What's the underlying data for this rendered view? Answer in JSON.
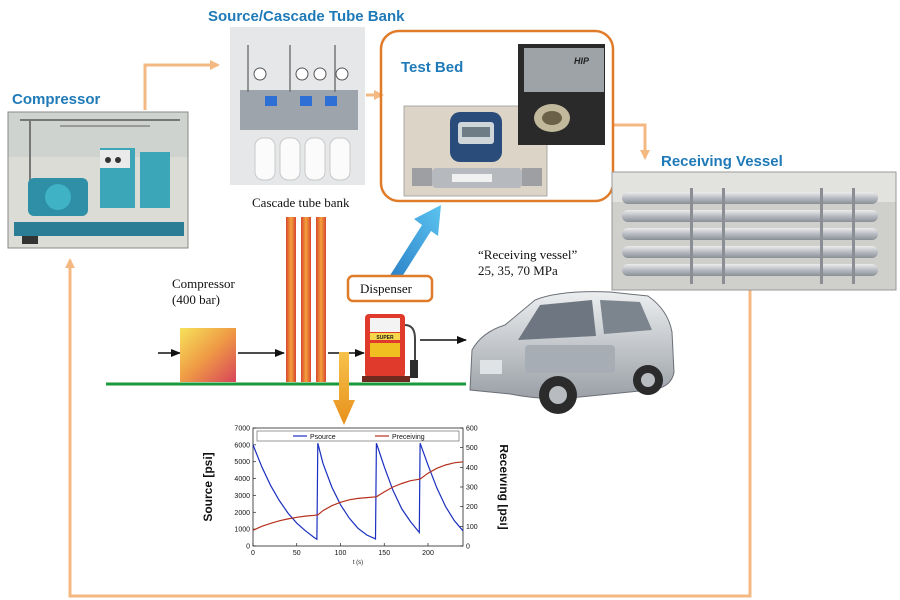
{
  "labels": {
    "compressor_title": "Compressor",
    "source_title": "Source/Cascade Tube Bank",
    "testbed_title": "Test Bed",
    "receiving_title": "Receiving Vessel",
    "cascade_text": "Cascade tube bank",
    "compressor_text_line1": "Compressor",
    "compressor_text_line2": "(400 bar)",
    "dispenser_text": "Dispenser",
    "receiving_text_line1": "“Receiving vessel”",
    "receiving_text_line2": "25, 35, 70 MPa",
    "pump_sign": "SUPER",
    "pipe_logo": "HIP"
  },
  "colors": {
    "flow_arrow": "#f4b883",
    "testbed_border": "#e07b2a",
    "blue_arrow": "#3aa0d8",
    "ground_line": "#1a9a3a",
    "gauge_orange": "#f0a020",
    "source_series": "#1a2fbf",
    "receiving_series": "#b5301d"
  },
  "chart_data": {
    "type": "line",
    "xlabel": "t (s)",
    "ylabel": "Source [psi]",
    "y2label": "Receiving [psi]",
    "xlim": [
      0,
      240
    ],
    "ylim": [
      0,
      7000
    ],
    "y2lim": [
      0,
      600
    ],
    "xticks": [
      0,
      50,
      100,
      150,
      200
    ],
    "yticks": [
      0,
      1000,
      2000,
      3000,
      4000,
      5000,
      6000,
      7000
    ],
    "y2ticks": [
      0,
      100,
      200,
      300,
      400,
      500,
      600
    ],
    "legend_position": "top",
    "series": [
      {
        "name": "Psource",
        "axis": "left",
        "x": [
          0,
          10,
          20,
          30,
          40,
          50,
          60,
          70,
          73,
          74,
          80,
          90,
          100,
          110,
          120,
          130,
          140,
          141,
          150,
          160,
          170,
          180,
          190,
          191,
          200,
          210,
          220,
          230,
          240
        ],
        "values": [
          6000,
          4700,
          3600,
          2700,
          1950,
          1350,
          900,
          500,
          400,
          6100,
          4900,
          3500,
          2450,
          1650,
          1050,
          650,
          420,
          6100,
          4700,
          3300,
          2200,
          1450,
          800,
          6100,
          4800,
          3450,
          2350,
          1500,
          900
        ]
      },
      {
        "name": "Preceiving",
        "axis": "right",
        "x": [
          0,
          10,
          20,
          30,
          40,
          50,
          60,
          70,
          74,
          80,
          90,
          100,
          110,
          120,
          130,
          141,
          150,
          160,
          170,
          180,
          191,
          200,
          210,
          220,
          230,
          240
        ],
        "values": [
          80,
          100,
          115,
          128,
          138,
          146,
          152,
          156,
          158,
          180,
          205,
          222,
          235,
          242,
          246,
          250,
          275,
          300,
          318,
          332,
          340,
          370,
          395,
          412,
          423,
          428
        ]
      }
    ]
  }
}
